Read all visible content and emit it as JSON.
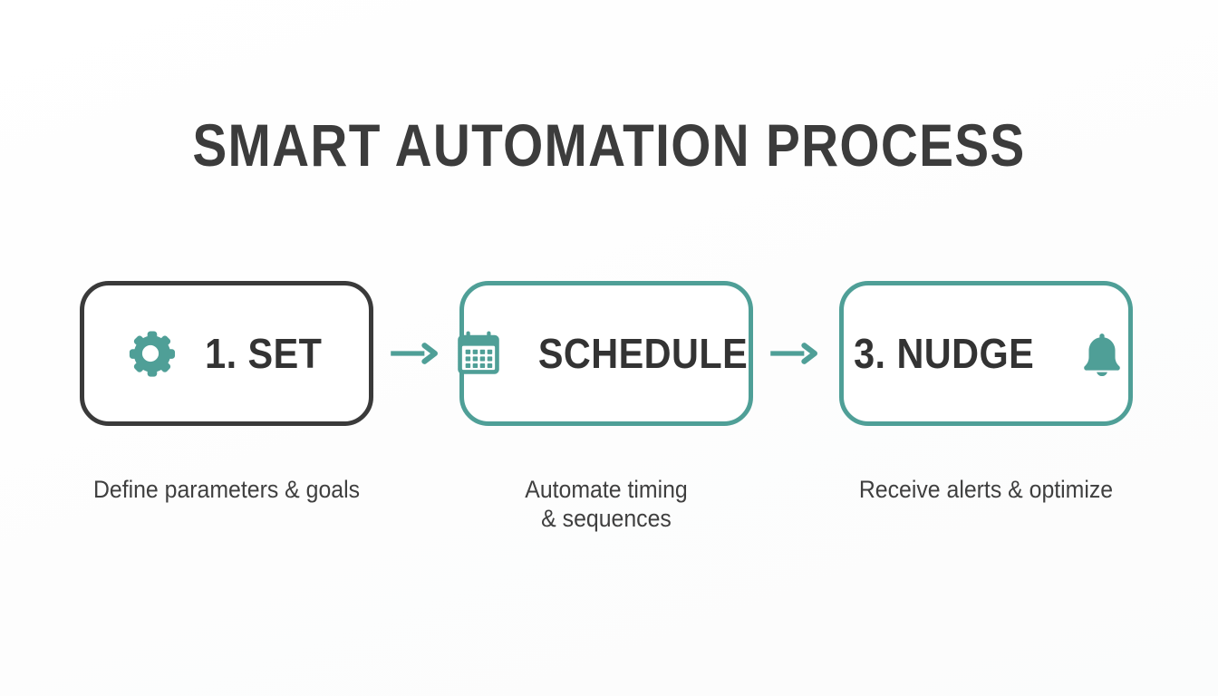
{
  "slide": {
    "title": "SMART AUTOMATION PROCESS",
    "background_color": "#fefefe",
    "accent_color": "#4f9f97",
    "text_color": "#3a3a3a"
  },
  "steps": [
    {
      "label": "1. SET",
      "icon": "gear-icon",
      "icon_position": "left",
      "border_color": "#3a3a3a",
      "icon_color": "#4f9f97",
      "caption": "Define parameters & goals"
    },
    {
      "label": "SCHEDULE",
      "icon": "calendar-icon",
      "icon_position": "left",
      "border_color": "#4f9f97",
      "icon_color": "#4f9f97",
      "caption": "Automate timing\n& sequences"
    },
    {
      "label": "3. NUDGE",
      "icon": "bell-icon",
      "icon_position": "right",
      "border_color": "#4f9f97",
      "icon_color": "#4f9f97",
      "caption": "Receive alerts & optimize"
    }
  ],
  "connectors": [
    {
      "icon": "arrow-right-icon",
      "color": "#4f9f97"
    },
    {
      "icon": "arrow-right-icon",
      "color": "#4f9f97"
    }
  ]
}
